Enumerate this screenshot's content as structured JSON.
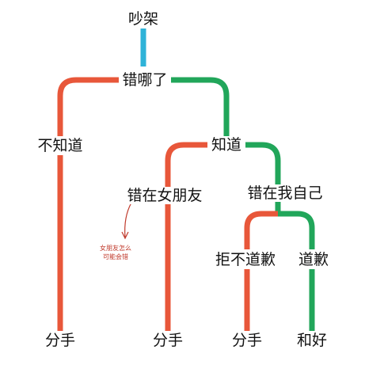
{
  "colors": {
    "blue": "#2eb3d8",
    "red": "#e8573a",
    "green": "#21a65a",
    "text": "#111111",
    "note": "#c0392b"
  },
  "nodes": {
    "root": "吵架",
    "question": "错哪了",
    "dont_know": "不知道",
    "know": "知道",
    "girlfriend_wrong": "错在女朋友",
    "self_wrong": "错在我自己",
    "refuse_apology": "拒不道歉",
    "apology": "道歉",
    "breakup_1": "分手",
    "breakup_2": "分手",
    "breakup_3": "分手",
    "reconcile": "和好"
  },
  "annotation": {
    "line1": "女朋友怎么",
    "line2": "可能会错"
  }
}
